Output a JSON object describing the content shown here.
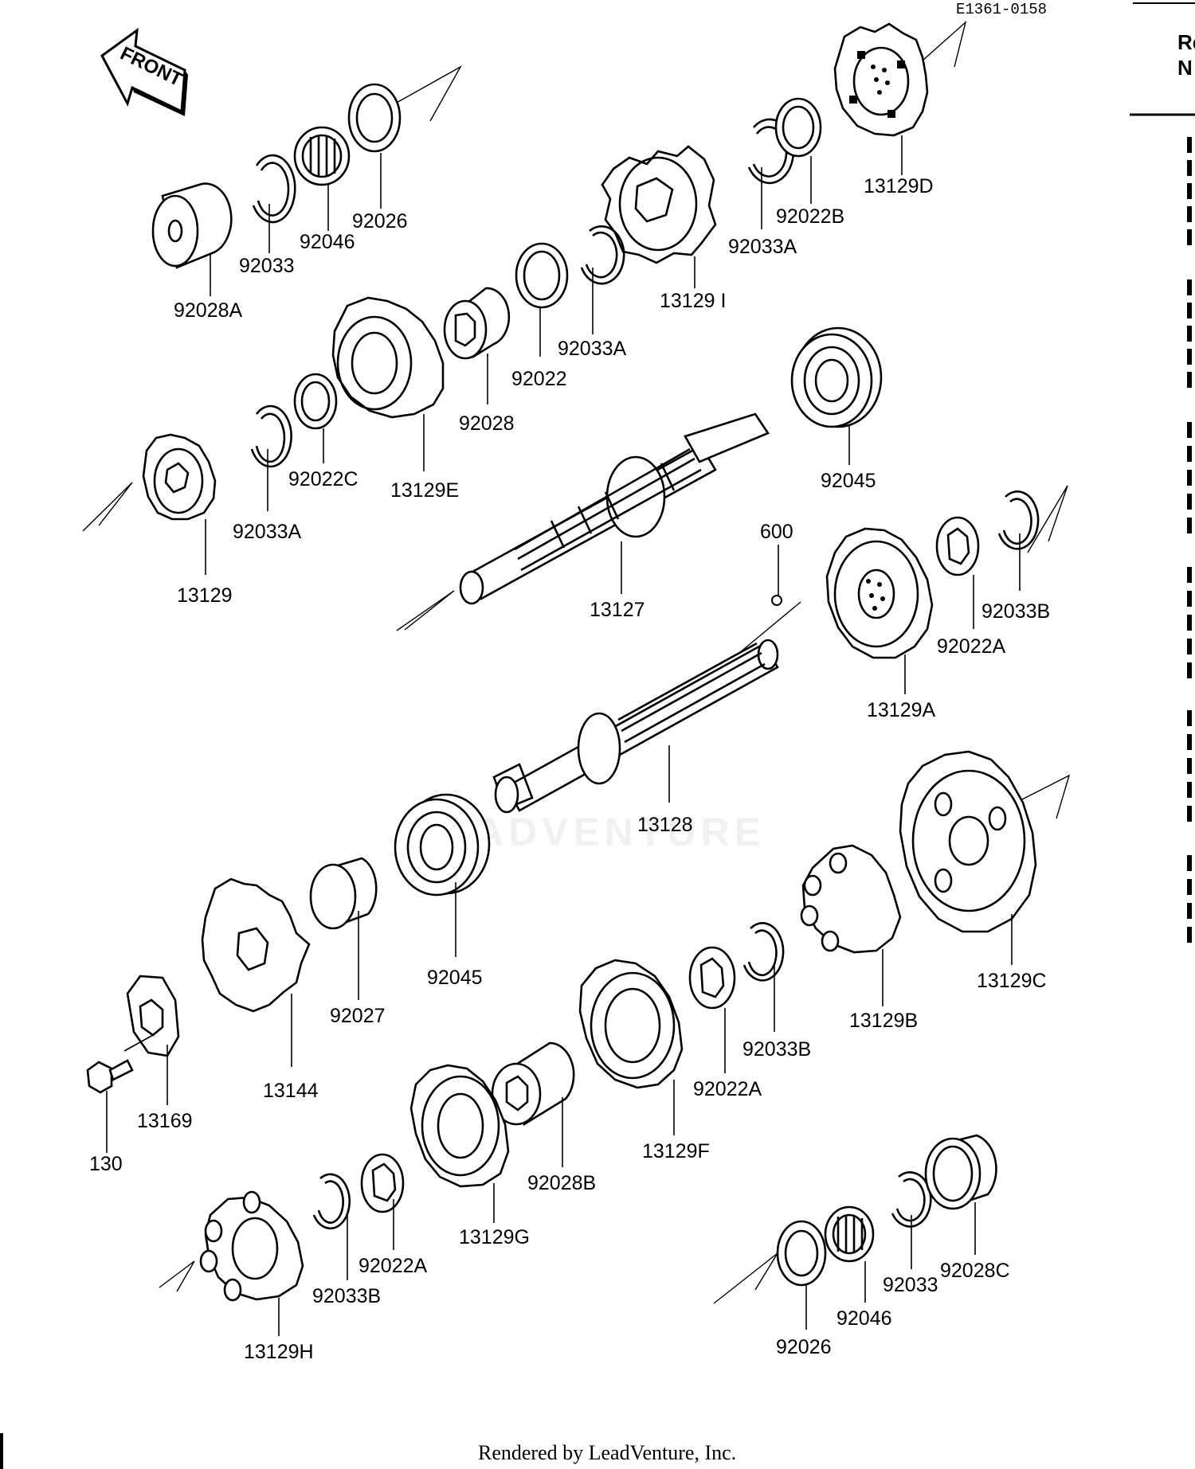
{
  "figure_code": "E1361-0158",
  "front_label": "FRONT",
  "footer": "Rendered by LeadVenture, Inc.",
  "watermark": "LEADVENTURE",
  "edge_text": [
    "Re",
    "N"
  ],
  "parts": [
    {
      "id": "92028A",
      "label": "92028A",
      "kind": "collar"
    },
    {
      "id": "92033-top",
      "label": "92033",
      "kind": "circlip"
    },
    {
      "id": "92046-top",
      "label": "92046",
      "kind": "needle-bearing"
    },
    {
      "id": "92026-top",
      "label": "92026",
      "kind": "washer"
    },
    {
      "id": "13129I",
      "label": "13129 I",
      "kind": "gear"
    },
    {
      "id": "92033A-top",
      "label": "92033A",
      "kind": "circlip"
    },
    {
      "id": "92022B",
      "label": "92022B",
      "kind": "washer"
    },
    {
      "id": "13129D",
      "label": "13129D",
      "kind": "gear"
    },
    {
      "id": "92022",
      "label": "92022",
      "kind": "washer"
    },
    {
      "id": "92033A-mid",
      "label": "92033A",
      "kind": "circlip"
    },
    {
      "id": "92028",
      "label": "92028",
      "kind": "bushing"
    },
    {
      "id": "13129E",
      "label": "13129E",
      "kind": "gear"
    },
    {
      "id": "92022C",
      "label": "92022C",
      "kind": "washer"
    },
    {
      "id": "92033A-left",
      "label": "92033A",
      "kind": "circlip"
    },
    {
      "id": "13129",
      "label": "13129",
      "kind": "gear"
    },
    {
      "id": "13127",
      "label": "13127",
      "kind": "shaft"
    },
    {
      "id": "92045-top",
      "label": "92045",
      "kind": "ball-bearing"
    },
    {
      "id": "600",
      "label": "600",
      "kind": "ball"
    },
    {
      "id": "13129A",
      "label": "13129A",
      "kind": "gear"
    },
    {
      "id": "92022A-right",
      "label": "92022A",
      "kind": "washer"
    },
    {
      "id": "92033B-right",
      "label": "92033B",
      "kind": "circlip"
    },
    {
      "id": "13128",
      "label": "13128",
      "kind": "shaft"
    },
    {
      "id": "92045-low",
      "label": "92045",
      "kind": "ball-bearing"
    },
    {
      "id": "92027",
      "label": "92027",
      "kind": "collar"
    },
    {
      "id": "13144",
      "label": "13144",
      "kind": "sprocket"
    },
    {
      "id": "13169",
      "label": "13169",
      "kind": "plate"
    },
    {
      "id": "130",
      "label": "130",
      "kind": "bolt"
    },
    {
      "id": "13129C",
      "label": "13129C",
      "kind": "gear"
    },
    {
      "id": "13129B",
      "label": "13129B",
      "kind": "gear"
    },
    {
      "id": "92033B-mid",
      "label": "92033B",
      "kind": "circlip"
    },
    {
      "id": "92022A-mid",
      "label": "92022A",
      "kind": "washer"
    },
    {
      "id": "13129F",
      "label": "13129F",
      "kind": "gear"
    },
    {
      "id": "92028B",
      "label": "92028B",
      "kind": "bushing"
    },
    {
      "id": "13129G",
      "label": "13129G",
      "kind": "gear"
    },
    {
      "id": "92022A-low",
      "label": "92022A",
      "kind": "washer"
    },
    {
      "id": "92033B-low",
      "label": "92033B",
      "kind": "circlip"
    },
    {
      "id": "13129H",
      "label": "13129H",
      "kind": "gear"
    },
    {
      "id": "92026-low",
      "label": "92026",
      "kind": "washer"
    },
    {
      "id": "92046-low",
      "label": "92046",
      "kind": "needle-bearing"
    },
    {
      "id": "92033-low",
      "label": "92033",
      "kind": "circlip"
    },
    {
      "id": "92028C",
      "label": "92028C",
      "kind": "collar"
    }
  ]
}
